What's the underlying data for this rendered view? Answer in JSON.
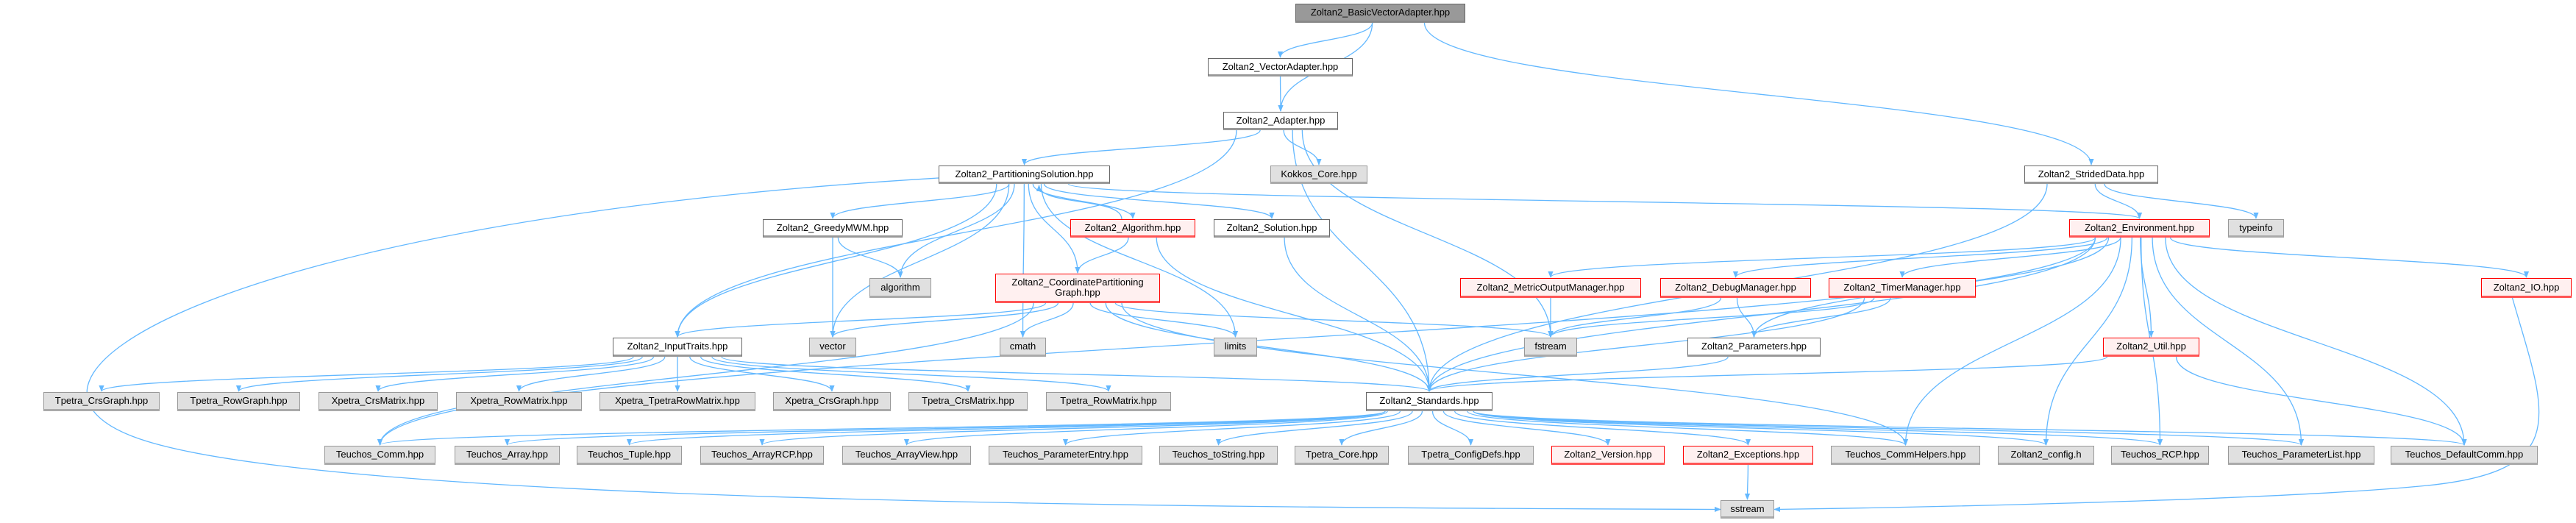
{
  "colors": {
    "edge": "#63b8ff",
    "root_fill": "#999999",
    "external_fill": "#e0e0e0",
    "incomplete_border": "#ff0000",
    "incomplete_fill": "#fff0f0"
  },
  "nodes": [
    {
      "id": "basic",
      "label": "Zoltan2_BasicVectorAdapter.hpp",
      "kind": "root"
    },
    {
      "id": "vecad",
      "label": "Zoltan2_VectorAdapter.hpp",
      "kind": "normal"
    },
    {
      "id": "adapter",
      "label": "Zoltan2_Adapter.hpp",
      "kind": "normal"
    },
    {
      "id": "psol",
      "label": "Zoltan2_PartitioningSolution.hpp",
      "kind": "normal"
    },
    {
      "id": "kokkos",
      "label": "Kokkos_Core.hpp",
      "kind": "external"
    },
    {
      "id": "strided",
      "label": "Zoltan2_StridedData.hpp",
      "kind": "normal"
    },
    {
      "id": "greedy",
      "label": "Zoltan2_GreedyMWM.hpp",
      "kind": "normal"
    },
    {
      "id": "algo",
      "label": "Zoltan2_Algorithm.hpp",
      "kind": "incomplete"
    },
    {
      "id": "sol",
      "label": "Zoltan2_Solution.hpp",
      "kind": "normal"
    },
    {
      "id": "env",
      "label": "Zoltan2_Environment.hpp",
      "kind": "incomplete"
    },
    {
      "id": "typeinfo",
      "label": "typeinfo",
      "kind": "external"
    },
    {
      "id": "algorithm",
      "label": "algorithm",
      "kind": "external"
    },
    {
      "id": "cpg",
      "label": "Zoltan2_CoordinatePartitioning\nGraph.hpp",
      "kind": "incomplete"
    },
    {
      "id": "metric",
      "label": "Zoltan2_MetricOutputManager.hpp",
      "kind": "incomplete"
    },
    {
      "id": "debug",
      "label": "Zoltan2_DebugManager.hpp",
      "kind": "incomplete"
    },
    {
      "id": "timer",
      "label": "Zoltan2_TimerManager.hpp",
      "kind": "incomplete"
    },
    {
      "id": "io",
      "label": "Zoltan2_IO.hpp",
      "kind": "incomplete"
    },
    {
      "id": "inputtraits",
      "label": "Zoltan2_InputTraits.hpp",
      "kind": "normal"
    },
    {
      "id": "vector",
      "label": "vector",
      "kind": "external"
    },
    {
      "id": "cmath",
      "label": "cmath",
      "kind": "external"
    },
    {
      "id": "limits",
      "label": "limits",
      "kind": "external"
    },
    {
      "id": "fstream",
      "label": "fstream",
      "kind": "external"
    },
    {
      "id": "params",
      "label": "Zoltan2_Parameters.hpp",
      "kind": "normal"
    },
    {
      "id": "util",
      "label": "Zoltan2_Util.hpp",
      "kind": "incomplete"
    },
    {
      "id": "tcrsgraph",
      "label": "Tpetra_CrsGraph.hpp",
      "kind": "external"
    },
    {
      "id": "trowgraph",
      "label": "Tpetra_RowGraph.hpp",
      "kind": "external"
    },
    {
      "id": "xcrsmatrix",
      "label": "Xpetra_CrsMatrix.hpp",
      "kind": "external"
    },
    {
      "id": "xrowmatrix",
      "label": "Xpetra_RowMatrix.hpp",
      "kind": "external"
    },
    {
      "id": "xtrowmatrix",
      "label": "Xpetra_TpetraRowMatrix.hpp",
      "kind": "external"
    },
    {
      "id": "xcrsgraph",
      "label": "Xpetra_CrsGraph.hpp",
      "kind": "external"
    },
    {
      "id": "tcrsmatrix",
      "label": "Tpetra_CrsMatrix.hpp",
      "kind": "external"
    },
    {
      "id": "trowmatrix",
      "label": "Tpetra_RowMatrix.hpp",
      "kind": "external"
    },
    {
      "id": "standards",
      "label": "Zoltan2_Standards.hpp",
      "kind": "normal"
    },
    {
      "id": "tcomm",
      "label": "Teuchos_Comm.hpp",
      "kind": "external"
    },
    {
      "id": "tarray",
      "label": "Teuchos_Array.hpp",
      "kind": "external"
    },
    {
      "id": "ttuple",
      "label": "Teuchos_Tuple.hpp",
      "kind": "external"
    },
    {
      "id": "tarrayrcp",
      "label": "Teuchos_ArrayRCP.hpp",
      "kind": "external"
    },
    {
      "id": "tarrayview",
      "label": "Teuchos_ArrayView.hpp",
      "kind": "external"
    },
    {
      "id": "tparamentry",
      "label": "Teuchos_ParameterEntry.hpp",
      "kind": "external"
    },
    {
      "id": "ttostring",
      "label": "Teuchos_toString.hpp",
      "kind": "external"
    },
    {
      "id": "tpcore",
      "label": "Tpetra_Core.hpp",
      "kind": "external"
    },
    {
      "id": "tpconfig",
      "label": "Tpetra_ConfigDefs.hpp",
      "kind": "external"
    },
    {
      "id": "version",
      "label": "Zoltan2_Version.hpp",
      "kind": "incomplete"
    },
    {
      "id": "exceptions",
      "label": "Zoltan2_Exceptions.hpp",
      "kind": "incomplete"
    },
    {
      "id": "tcommhelpers",
      "label": "Teuchos_CommHelpers.hpp",
      "kind": "external"
    },
    {
      "id": "config",
      "label": "Zoltan2_config.h",
      "kind": "external"
    },
    {
      "id": "trcp",
      "label": "Teuchos_RCP.hpp",
      "kind": "external"
    },
    {
      "id": "tparamlist",
      "label": "Teuchos_ParameterList.hpp",
      "kind": "external"
    },
    {
      "id": "tdefcomm",
      "label": "Teuchos_DefaultComm.hpp",
      "kind": "external"
    },
    {
      "id": "sstream",
      "label": "sstream",
      "kind": "external"
    }
  ],
  "edges": [
    [
      "basic",
      "vecad"
    ],
    [
      "basic",
      "adapter"
    ],
    [
      "basic",
      "strided"
    ],
    [
      "vecad",
      "adapter"
    ],
    [
      "adapter",
      "psol"
    ],
    [
      "adapter",
      "inputtraits"
    ],
    [
      "adapter",
      "kokkos"
    ],
    [
      "adapter",
      "standards"
    ],
    [
      "adapter",
      "fstream"
    ],
    [
      "psol",
      "greedy"
    ],
    [
      "psol",
      "algo"
    ],
    [
      "psol",
      "sol"
    ],
    [
      "psol",
      "env"
    ],
    [
      "psol",
      "cpg"
    ],
    [
      "psol",
      "algorithm"
    ],
    [
      "psol",
      "vector"
    ],
    [
      "psol",
      "cmath"
    ],
    [
      "psol",
      "limits"
    ],
    [
      "psol",
      "inputtraits"
    ],
    [
      "psol",
      "sstream"
    ],
    [
      "algo",
      "psol"
    ],
    [
      "algo",
      "cpg"
    ],
    [
      "algo",
      "standards"
    ],
    [
      "greedy",
      "vector"
    ],
    [
      "greedy",
      "algorithm"
    ],
    [
      "sol",
      "standards"
    ],
    [
      "cpg",
      "inputtraits"
    ],
    [
      "cpg",
      "vector"
    ],
    [
      "cpg",
      "cmath"
    ],
    [
      "cpg",
      "limits"
    ],
    [
      "cpg",
      "fstream"
    ],
    [
      "cpg",
      "standards"
    ],
    [
      "cpg",
      "tcomm"
    ],
    [
      "cpg",
      "tcommhelpers"
    ],
    [
      "inputtraits",
      "tcrsgraph"
    ],
    [
      "inputtraits",
      "trowgraph"
    ],
    [
      "inputtraits",
      "xcrsmatrix"
    ],
    [
      "inputtraits",
      "xrowmatrix"
    ],
    [
      "inputtraits",
      "xtrowmatrix"
    ],
    [
      "inputtraits",
      "xcrsgraph"
    ],
    [
      "inputtraits",
      "tcrsmatrix"
    ],
    [
      "inputtraits",
      "trowmatrix"
    ],
    [
      "inputtraits",
      "standards"
    ],
    [
      "strided",
      "env"
    ],
    [
      "strided",
      "typeinfo"
    ],
    [
      "strided",
      "standards"
    ],
    [
      "env",
      "tcomm"
    ],
    [
      "env",
      "metric"
    ],
    [
      "env",
      "debug"
    ],
    [
      "env",
      "timer"
    ],
    [
      "env",
      "params"
    ],
    [
      "env",
      "util"
    ],
    [
      "env",
      "io"
    ],
    [
      "env",
      "tcommhelpers"
    ],
    [
      "env",
      "config"
    ],
    [
      "env",
      "trcp"
    ],
    [
      "env",
      "tparamlist"
    ],
    [
      "env",
      "tdefcomm"
    ],
    [
      "env",
      "standards"
    ],
    [
      "metric",
      "fstream"
    ],
    [
      "debug",
      "fstream"
    ],
    [
      "debug",
      "params"
    ],
    [
      "timer",
      "fstream"
    ],
    [
      "timer",
      "params"
    ],
    [
      "timer",
      "standards"
    ],
    [
      "params",
      "standards"
    ],
    [
      "util",
      "standards"
    ],
    [
      "util",
      "tdefcomm"
    ],
    [
      "io",
      "sstream"
    ],
    [
      "standards",
      "tcomm"
    ],
    [
      "standards",
      "tarray"
    ],
    [
      "standards",
      "ttuple"
    ],
    [
      "standards",
      "tarrayrcp"
    ],
    [
      "standards",
      "tarrayview"
    ],
    [
      "standards",
      "tparamentry"
    ],
    [
      "standards",
      "ttostring"
    ],
    [
      "standards",
      "tpcore"
    ],
    [
      "standards",
      "tpconfig"
    ],
    [
      "standards",
      "version"
    ],
    [
      "standards",
      "exceptions"
    ],
    [
      "standards",
      "tcommhelpers"
    ],
    [
      "standards",
      "config"
    ],
    [
      "standards",
      "trcp"
    ],
    [
      "standards",
      "tparamlist"
    ],
    [
      "standards",
      "tdefcomm"
    ],
    [
      "exceptions",
      "sstream"
    ]
  ]
}
